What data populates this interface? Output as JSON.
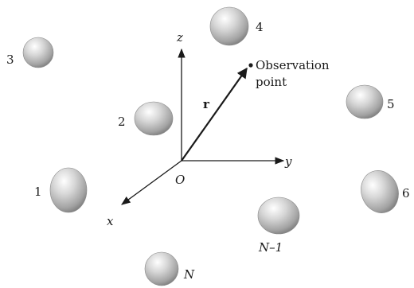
{
  "axes": {
    "z": "z",
    "y": "y",
    "x": "x",
    "origin": "O"
  },
  "vector": {
    "label": "r"
  },
  "observation": {
    "line1": "Observation",
    "line2": "point"
  },
  "spheres": [
    {
      "label": "1"
    },
    {
      "label": "2"
    },
    {
      "label": "3"
    },
    {
      "label": "4"
    },
    {
      "label": "5"
    },
    {
      "label": "6"
    },
    {
      "label": "N–1"
    },
    {
      "label": "N"
    }
  ],
  "colors": {
    "sphere_light": "#ffffff",
    "sphere_mid": "#c8c8c8",
    "sphere_dark": "#6f6f6f",
    "ink": "#1a1a1a"
  }
}
